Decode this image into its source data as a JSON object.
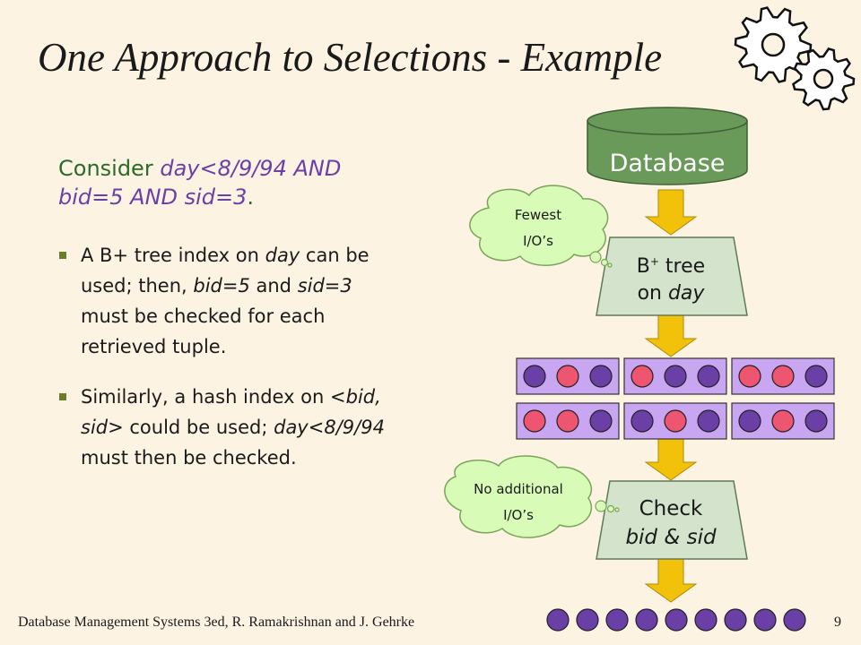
{
  "title": "One Approach to Selections - Example",
  "consider": {
    "prefix": "Consider",
    "query_line1": "day<8/9/94 AND",
    "query_line2": "bid=5 AND sid=3",
    "suffix": "."
  },
  "bullets": [
    {
      "parts": [
        {
          "text": "A B+ tree index on ",
          "italic": false
        },
        {
          "text": "day",
          "italic": true
        },
        {
          "text": " can be used; then, ",
          "italic": false
        },
        {
          "text": "bid=5",
          "italic": true
        },
        {
          "text": " and ",
          "italic": false
        },
        {
          "text": "sid=3",
          "italic": true
        },
        {
          "text": " must be checked for each retrieved tuple.",
          "italic": false
        }
      ]
    },
    {
      "parts": [
        {
          "text": "Similarly, a hash index on ",
          "italic": false
        },
        {
          "text": "<bid, sid>",
          "italic": true
        },
        {
          "text": "  could be used; ",
          "italic": false
        },
        {
          "text": "day<8/9/94",
          "italic": true
        },
        {
          "text": "  must then be checked.",
          "italic": false
        }
      ]
    }
  ],
  "diagram": {
    "database_label": "Database",
    "btree_label": "B",
    "btree_superscript": "+",
    "btree_label_rest": " tree",
    "btree_on": "on ",
    "btree_day": "day",
    "cloud1_line1": "Fewest",
    "cloud1_line2": "I/O’s",
    "cloud2_line1": "No additional",
    "cloud2_line2": "I/O’s",
    "check_line1": "Check",
    "check_line2": "bid & sid",
    "tuple_pages": [
      [
        "purple",
        "red",
        "purple"
      ],
      [
        "red",
        "purple",
        "purple"
      ],
      [
        "red",
        "red",
        "purple"
      ],
      [
        "red",
        "red",
        "purple"
      ],
      [
        "purple",
        "red",
        "purple"
      ],
      [
        "purple",
        "red",
        "purple"
      ]
    ],
    "result_count": 9,
    "colors": {
      "database": "#6a9a5a",
      "operator_box": "#d3e3cc",
      "arrow": "#f2c20a",
      "page_bg": "#c9a6f2",
      "purple_dot": "#6a3fa6",
      "red_dot": "#ee5571",
      "cloud": "#d9fbb8"
    }
  },
  "footer": {
    "left": "Database Management Systems 3ed,  R. Ramakrishnan and J. Gehrke",
    "page": "9"
  }
}
